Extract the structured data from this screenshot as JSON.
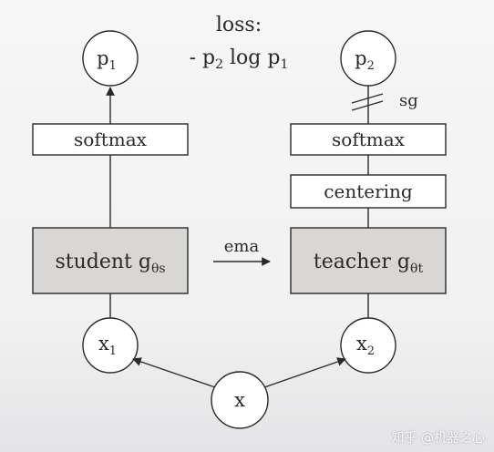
{
  "loss": {
    "title": "loss:",
    "minus": "- p",
    "sub2": "2",
    "log": " log p",
    "sub1": "1"
  },
  "student": {
    "output": {
      "letter": "p",
      "sub": "1"
    },
    "softmax": "softmax",
    "network": {
      "label": "student g",
      "sub": "θs"
    },
    "input": {
      "letter": "x",
      "sub": "1"
    }
  },
  "teacher": {
    "output": {
      "letter": "p",
      "sub": "2"
    },
    "stop_grad": "sg",
    "softmax": "softmax",
    "centering": "centering",
    "network": {
      "label": "teacher g",
      "sub": "θt"
    },
    "input": {
      "letter": "x",
      "sub": "2"
    }
  },
  "ema": "ema",
  "source": "x",
  "watermark": "知乎 @机器之心"
}
